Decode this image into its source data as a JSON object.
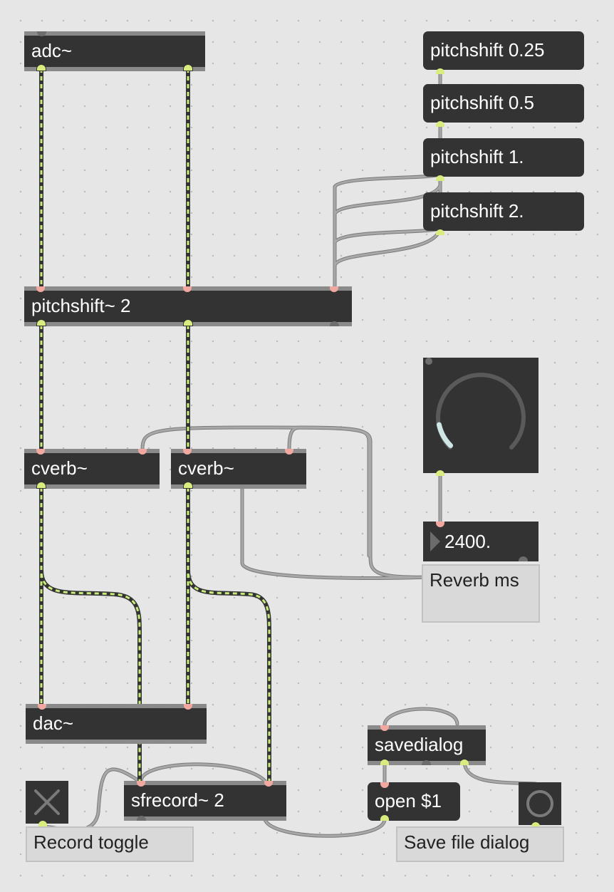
{
  "objects": {
    "adc": "adc~",
    "pitchshift_main": "pitchshift~ 2",
    "cverb_left": "cverb~",
    "cverb_right": "cverb~",
    "dac": "dac~",
    "sfrecord": "sfrecord~ 2",
    "savedialog": "savedialog"
  },
  "messages": {
    "ps_025": "pitchshift 0.25",
    "ps_05": "pitchshift 0.5",
    "ps_1": "pitchshift 1.",
    "ps_2": "pitchshift 2.",
    "open": "open $1"
  },
  "number_box": {
    "value": "2400."
  },
  "dial": {
    "level": 0.12
  },
  "toggle": {
    "state": "on",
    "icon": "x-icon"
  },
  "button": {
    "icon": "circle-icon"
  },
  "comments": {
    "reverb": "Reverb ms",
    "record_toggle": "Record toggle",
    "save_dialog": "Save file dialog"
  },
  "colors": {
    "canvas": "#e6e6e6",
    "object_body": "#333333",
    "object_border": "#8a8a8a",
    "signal_cord": "#c8eb7a",
    "control_cord": "#a8a8a8",
    "inlet": "#f0a8a0",
    "outlet": "#d8ec80",
    "dial_arc": "#cfe6e6"
  }
}
